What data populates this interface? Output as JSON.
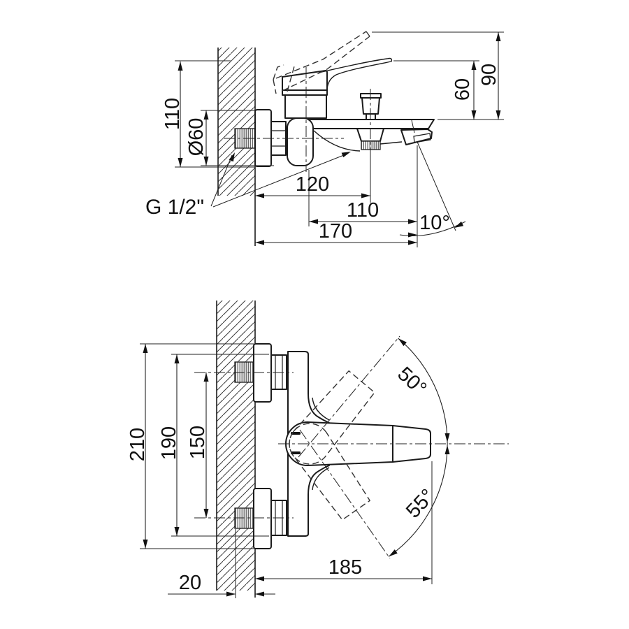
{
  "drawing": {
    "description": "Two-view technical installation drawing of a wall-mounted single-lever bath mixer"
  },
  "side_view": {
    "dim_height_overall": "110",
    "dim_flange_diameter": "Ø60",
    "dim_handle_height": "60",
    "dim_handle_raised_height": "90",
    "dim_diverter_offset": "120",
    "dim_spout_tip_offset": "110",
    "dim_total_projection": "170",
    "dim_spray_angle": "10°",
    "label_thread": "G 1/2\""
  },
  "plan_view": {
    "dim_overall_width": "210",
    "dim_nuts_span": "190",
    "dim_centers": "150",
    "dim_handle_swing_up": "50°",
    "dim_handle_swing_down": "55°",
    "dim_projection": "185",
    "dim_wall_clearance": "20"
  }
}
